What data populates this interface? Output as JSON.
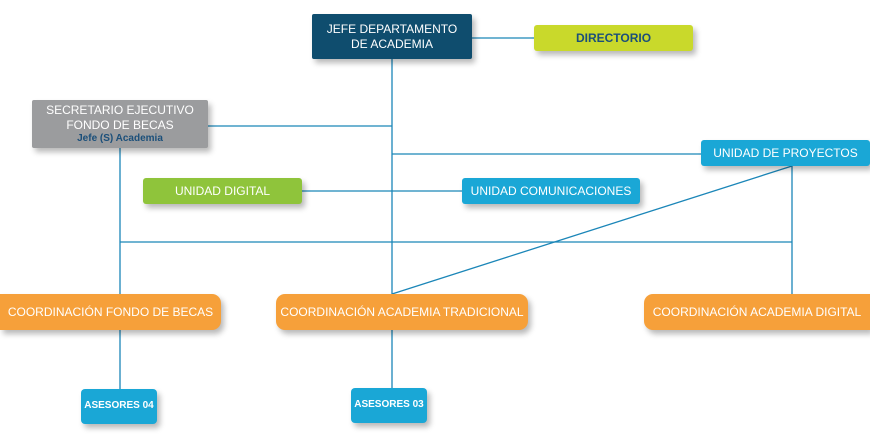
{
  "nodes": {
    "jefe_departamento": {
      "line1": "JEFE DEPARTAMENTO",
      "line2": "DE ACADEMIA"
    },
    "directorio": {
      "label": "DIRECTORIO"
    },
    "secretario_ejecutivo": {
      "line1": "SECRETARIO EJECUTIVO",
      "line2": "FONDO DE BECAS",
      "subtitle": "Jefe (S) Academia"
    },
    "unidad_proyectos": {
      "label": "UNIDAD DE PROYECTOS"
    },
    "unidad_digital": {
      "label": "UNIDAD DIGITAL"
    },
    "unidad_comunicaciones": {
      "label": "UNIDAD COMUNICACIONES"
    },
    "coordinacion_fondo_becas": {
      "label": "COORDINACIÓN FONDO DE BECAS"
    },
    "coordinacion_academia_tradicional": {
      "label": "COORDINACIÓN ACADEMIA TRADICIONAL"
    },
    "coordinacion_academia_digital": {
      "label": "COORDINACIÓN ACADEMIA DIGITAL"
    },
    "asesores_04": {
      "label": "ASESORES 04"
    },
    "asesores_03": {
      "label": "ASESORES 03"
    }
  },
  "colors": {
    "navy": "#0f4d6e",
    "lime": "#c9d92b",
    "gray": "#9b9c9e",
    "cyan": "#1aa7d6",
    "green": "#8fc43b",
    "orange": "#f6a03a",
    "connector": "#1b86b8"
  }
}
